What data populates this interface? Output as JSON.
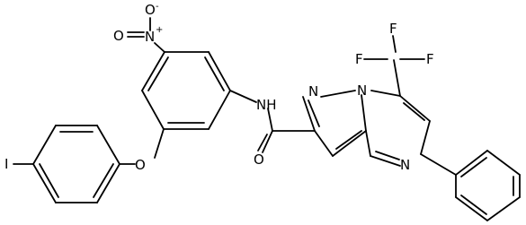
{
  "structure": {
    "atoms": {
      "iodine": "I",
      "ether_oxygen": "O",
      "nitro_nitrogen": "N",
      "nitro_charge_plus": "+",
      "nitro_oxygen_top": "O",
      "nitro_oxygen_top_charge": "-",
      "nitro_oxygen_side": "O",
      "amide_nh": "NH",
      "amide_oxygen": "O",
      "pyrazole_n": "N",
      "bridgehead_n": "N",
      "pyrimidine_n": "N",
      "f1": "F",
      "f2": "F",
      "f3": "F"
    }
  }
}
